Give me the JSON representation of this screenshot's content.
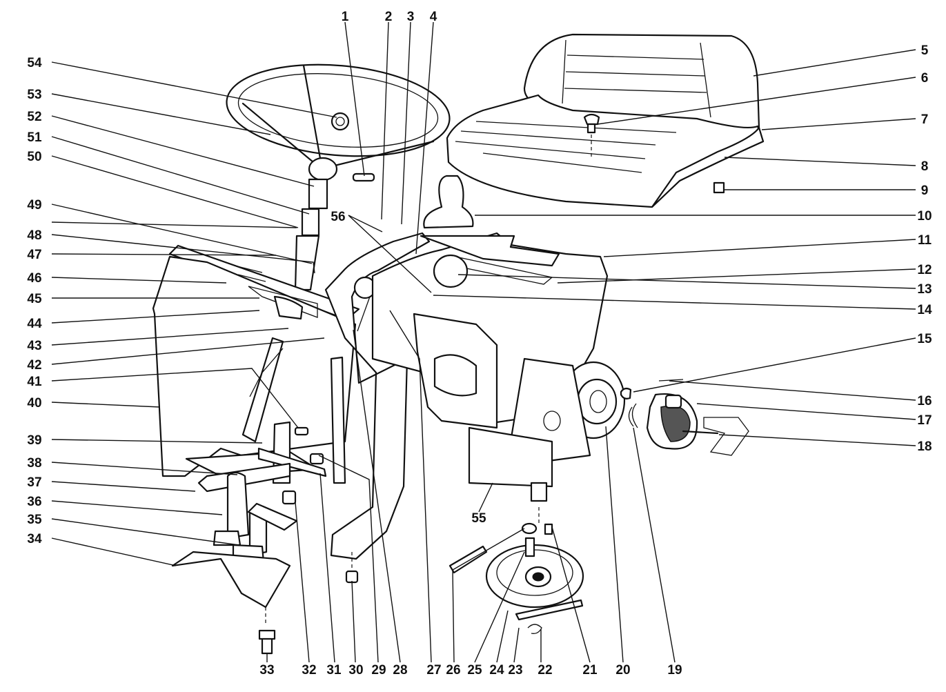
{
  "callouts": [
    "1",
    "2",
    "3",
    "4",
    "5",
    "6",
    "7",
    "8",
    "9",
    "10",
    "11",
    "12",
    "13",
    "14",
    "15",
    "16",
    "17",
    "18",
    "19",
    "20",
    "21",
    "22",
    "23",
    "24",
    "25",
    "26",
    "27",
    "28",
    "29",
    "30",
    "31",
    "32",
    "33",
    "34",
    "35",
    "36",
    "37",
    "38",
    "39",
    "40",
    "41",
    "42",
    "43",
    "44",
    "45",
    "46",
    "47",
    "48",
    "49",
    "50",
    "51",
    "52",
    "53",
    "54",
    "55",
    "56"
  ]
}
